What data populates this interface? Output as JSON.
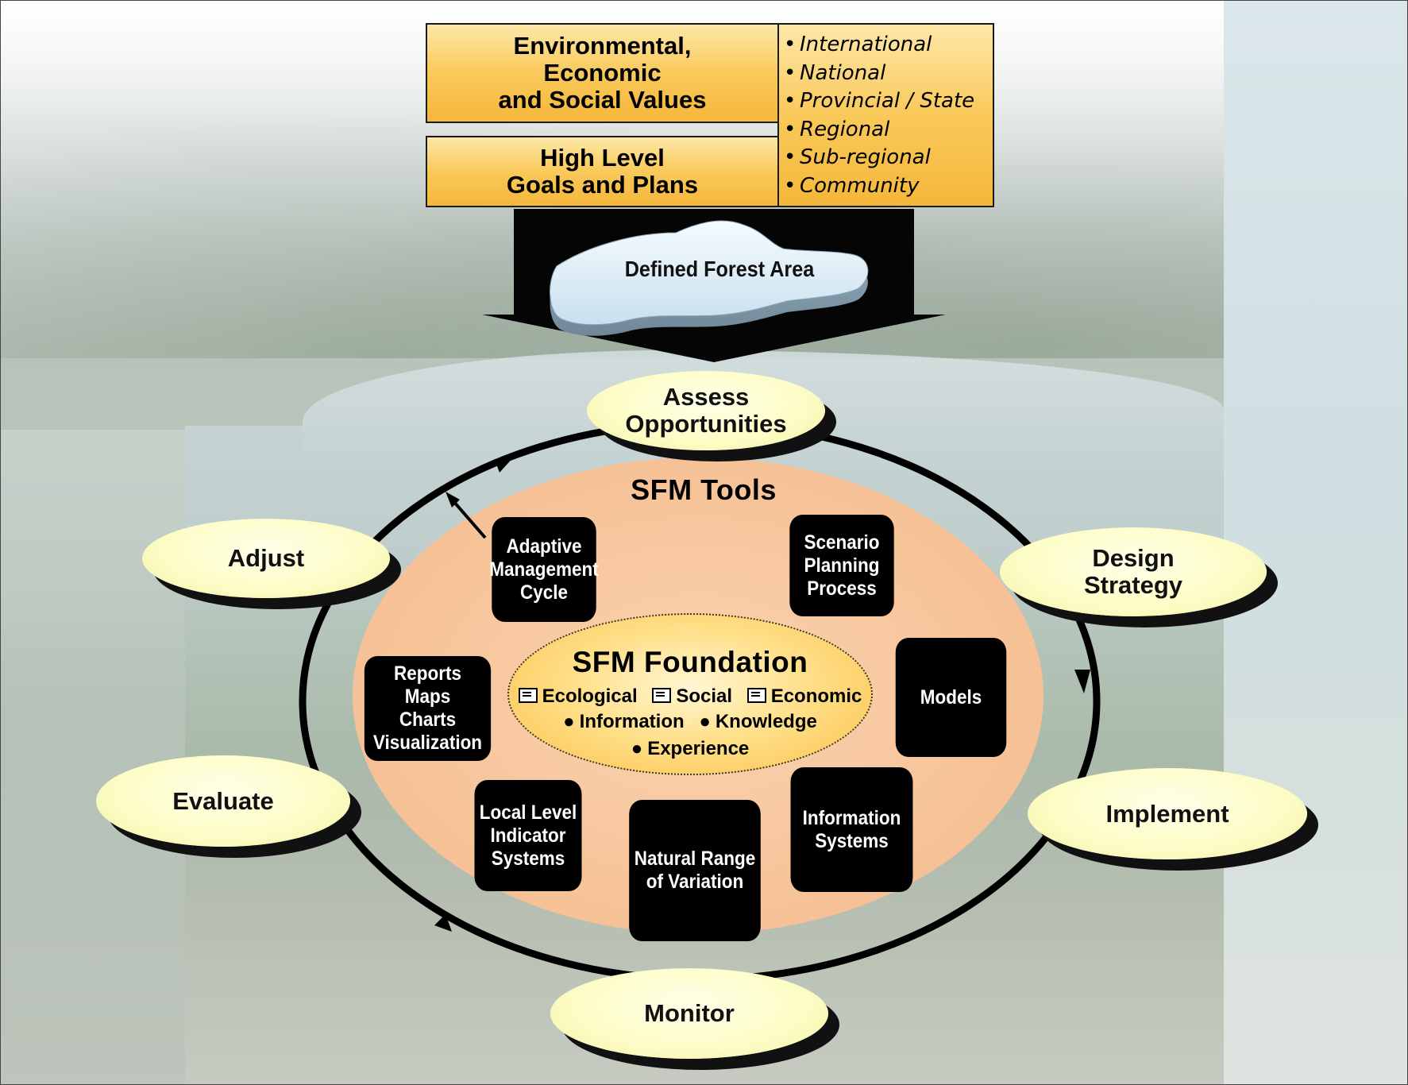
{
  "values_box": {
    "text": "Environmental,\nEconomic\nand Social Values"
  },
  "goals_box": {
    "text": "High Level\nGoals and Plans"
  },
  "levels": [
    "International",
    "National",
    "Provincial / State",
    "Regional",
    "Sub-regional",
    "Community"
  ],
  "forest_area": {
    "label": "Defined Forest Area"
  },
  "cycle_steps": {
    "assess": "Assess\nOpportunities",
    "design": "Design\nStrategy",
    "implement": "Implement",
    "monitor": "Monitor",
    "evaluate": "Evaluate",
    "adjust": "Adjust"
  },
  "tools": {
    "title": "SFM Tools",
    "adaptive": "Adaptive\nManagement\nCycle",
    "scenario": "Scenario\nPlanning\nProcess",
    "models": "Models",
    "reports": "Reports\nMaps\nCharts\nVisualization",
    "local": "Local Level\nIndicator\nSystems",
    "natural": "Natural Range\nof Variation",
    "info": "Information\nSystems"
  },
  "foundation": {
    "title": "SFM Foundation",
    "pillars": [
      "Ecological",
      "Social",
      "Economic"
    ],
    "bases": [
      "Information",
      "Knowledge",
      "Experience"
    ]
  },
  "colors": {
    "values_fill": "#f9c95a",
    "step_fill": "#fdfdc8",
    "tools_fill": "#f8c49a",
    "foundation_fill": "#ffe08a",
    "tool_box": "#000000"
  }
}
